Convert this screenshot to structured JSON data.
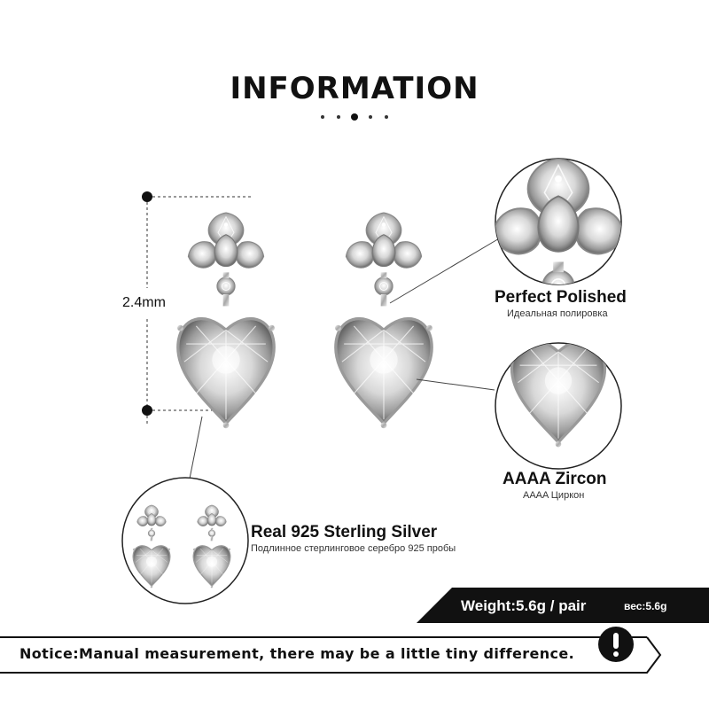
{
  "header": {
    "title": "INFORMATION"
  },
  "measurement": {
    "label": "2.4mm"
  },
  "features": [
    {
      "title": "Perfect  Polished",
      "subtitle": "Идеальная полировка"
    },
    {
      "title": "AAAA  Zircon",
      "subtitle": "AAAA Циркон"
    },
    {
      "title": "Real 925  Sterling  Silver",
      "subtitle": "Подлинное стерлинговое серебро 925 пробы"
    }
  ],
  "weight": {
    "label": "Weight:5.6g / pair",
    "sub_label": "вес:5.6g"
  },
  "notice": {
    "text": "Notice:Manual measurement, there may be a little tiny difference."
  },
  "colors": {
    "text": "#111111",
    "banner": "#111111",
    "background": "#ffffff",
    "stone": "#dcdcdc"
  }
}
